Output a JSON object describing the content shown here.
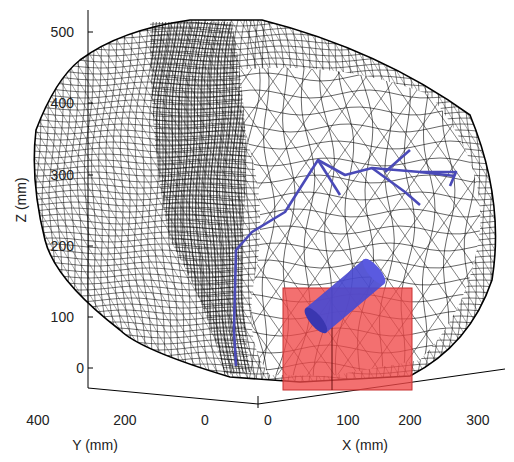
{
  "diagram": {
    "labels": [
      "500",
      "400",
      "300",
      "200",
      "100",
      "0",
      "Z (mm)",
      "400",
      "200",
      "0",
      "Y (mm)",
      "0",
      "100",
      "200",
      "300",
      "X (mm)"
    ]
  }
}
